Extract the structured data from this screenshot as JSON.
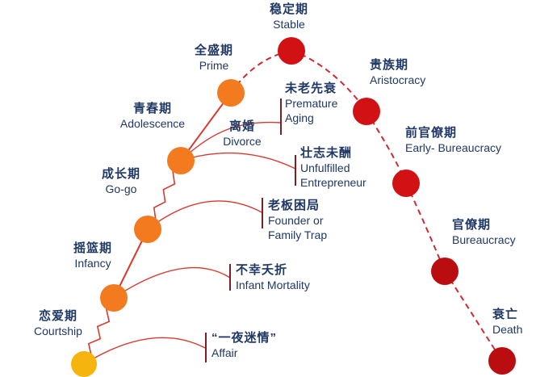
{
  "stages": [
    {
      "zh": "恋爱期",
      "en": "Courtship"
    },
    {
      "zh": "摇篮期",
      "en": "Infancy"
    },
    {
      "zh": "成长期",
      "en": "Go-go"
    },
    {
      "zh": "青春期",
      "en": "Adolescence"
    },
    {
      "zh": "全盛期",
      "en": "Prime"
    },
    {
      "zh": "稳定期",
      "en": "Stable"
    },
    {
      "zh": "贵族期",
      "en": "Aristocracy"
    },
    {
      "zh": "前官僚期",
      "en": "Early- Bureaucracy"
    },
    {
      "zh": "官僚期",
      "en": "Bureaucracy"
    },
    {
      "zh": "衰亡",
      "en": "Death"
    }
  ],
  "branches": [
    {
      "zh": "“一夜迷情”",
      "en": "Affair"
    },
    {
      "zh": "不幸夭折",
      "en": "Infant Mortality"
    },
    {
      "zh": "老板困局",
      "en_lines": [
        "Founder or",
        "Family Trap"
      ]
    },
    {
      "zh": "离婚",
      "en": "Divorce"
    },
    {
      "zh": "未老先衰",
      "en_lines": [
        "Premature",
        "Aging"
      ]
    },
    {
      "zh": "壮志未酬",
      "en_lines": [
        "Unfulfilled",
        "Entrepreneur"
      ]
    }
  ],
  "colors": {
    "text": "#1F3864",
    "line_solid": "#D8392F",
    "line_dashed": "#CC2B33",
    "tick": "#7E1F23",
    "dot_yellow": "#F6B40E",
    "dot_orange": "#F47A1F",
    "dot_red": "#D21114",
    "dot_dark_red": "#B90D10"
  }
}
